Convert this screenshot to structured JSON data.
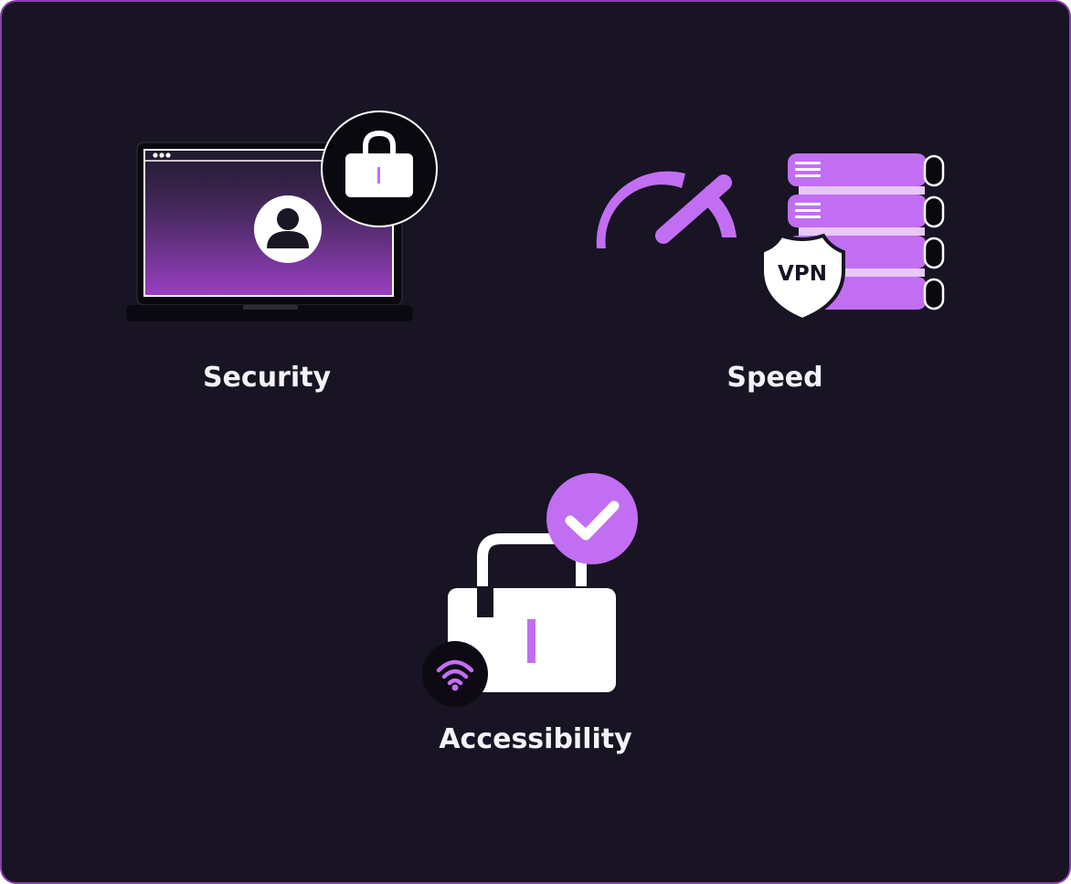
{
  "features": {
    "security": {
      "label": "Security",
      "icon": "laptop-lock-icon"
    },
    "speed": {
      "label": "Speed",
      "icon": "speedometer-vpn-server-icon",
      "badge_text": "VPN"
    },
    "accessibility": {
      "label": "Accessibility",
      "icon": "padlock-check-wifi-icon"
    }
  },
  "colors": {
    "background": "#181423",
    "border": "#8e3db0",
    "accent": "#c26ef2",
    "white": "#ffffff"
  }
}
